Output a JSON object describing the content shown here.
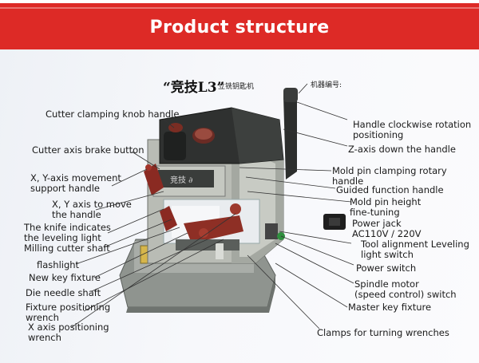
{
  "header": {
    "title": "Product structure",
    "color": "#dd2a26"
  },
  "sheet": {
    "model": "“竞技L3”",
    "model_sub": "立铣钥匙机",
    "machine_no": "机器编号:"
  },
  "labels": {
    "cutter_clamping_knob": "Cutter clamping knob handle",
    "cutter_axis_brake": "Cutter axis brake button",
    "xy_support": "X, Y-axis movement\nsupport handle",
    "xy_move": "X, Y axis to move\nthe handle",
    "knife_leveling": "The knife indicates\nthe leveling light",
    "milling_shaft": "Milling cutter shaft",
    "flashlight": "flashlight",
    "new_key_fixture": "New key fixture",
    "die_needle_shaft": "Die needle shaft",
    "fixture_wrench": "Fixture positioning\nwrench",
    "x_axis_wrench": "X axis positioning\nwrench",
    "handle_rotation": "Handle clockwise rotation\npositioning",
    "z_axis": "Z-axis down the handle",
    "mold_pin_rotary": "Mold pin clamping rotary\nhandle",
    "guided_function": "Guided function handle",
    "mold_pin_height": "Mold pin height\nfine-tuning",
    "power_jack": "Power jack\nAC110V / 220V",
    "tool_alignment": "Tool alignment Leveling\nlight switch",
    "power_switch": "Power switch",
    "spindle_motor": "Spindle motor\n(speed control) switch",
    "master_key_fixture": "Master key fixture",
    "clamps_wrenches": "Clamps for turning wrenches"
  }
}
